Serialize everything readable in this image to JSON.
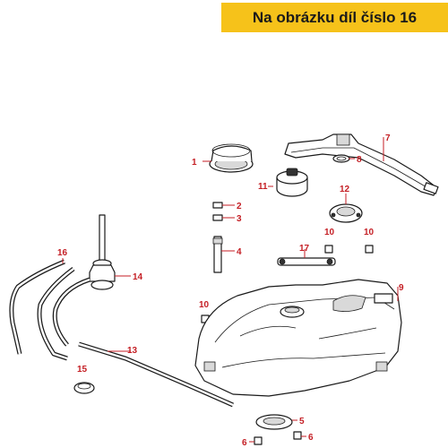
{
  "banner": {
    "text": "Na obrázku díl číslo 16"
  },
  "colors": {
    "banner_bg": "#f6c21a",
    "callout": "#c41e24",
    "line_art": "#1a1a1a"
  },
  "callouts": {
    "c1": "1",
    "c2": "2",
    "c3": "3",
    "c4": "4",
    "c5": "5",
    "c6a": "6",
    "c6b": "6",
    "c7": "7",
    "c8": "8",
    "c9": "9",
    "c10a": "10",
    "c10b": "10",
    "c10c": "10",
    "c11": "11",
    "c12": "12",
    "c13": "13",
    "c14": "14",
    "c15": "15",
    "c16": "16",
    "c17": "17"
  }
}
